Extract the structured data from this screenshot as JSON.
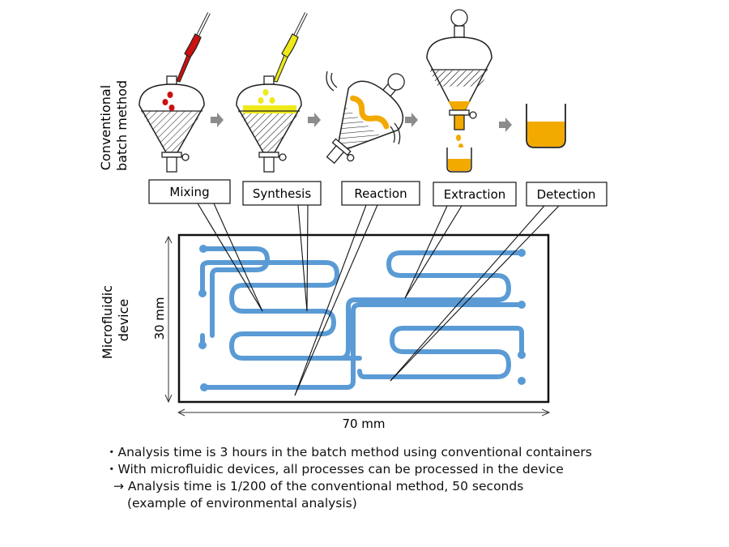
{
  "batch_label": [
    "Conventional",
    "batch method"
  ],
  "device_label": [
    "Microfluidic",
    "device"
  ],
  "steps": [
    "Mixing",
    "Synthesis",
    "Reaction",
    "Extraction",
    "Detection"
  ],
  "dimensions": {
    "height": "30 mm",
    "width": "70 mm"
  },
  "notes": [
    "・Analysis time is 3 hours in the batch method using conventional containers",
    "・With microfluidic devices, all processes can be processed in the device",
    "→ Analysis time is 1/200 of the conventional method, 50 seconds",
    "(example of environmental analysis)"
  ],
  "colors": {
    "red_liquid": "#cc1111",
    "yellow_liquid": "#eeea1a",
    "orange_liquid": "#f2a900",
    "channel": "#5a9bd5",
    "arrow": "#8c8c8c"
  },
  "icons": [
    "pipette-icon",
    "separatory-funnel-icon",
    "beaker-icon",
    "arrow-icon"
  ]
}
